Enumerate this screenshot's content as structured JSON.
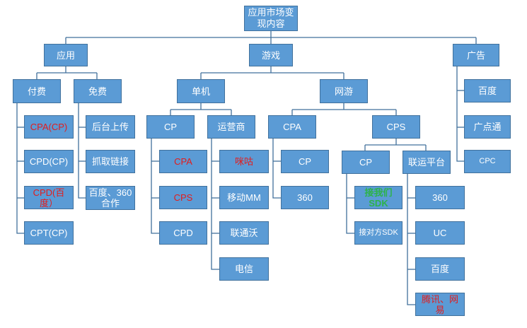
{
  "colors": {
    "node_fill": "#5b9bd5",
    "node_border": "#41719c",
    "line": "#41719c",
    "text": "#ffffff",
    "red_text": "#e31c1c",
    "green_text": "#2db34a"
  },
  "root": {
    "label": "应用市场变现内容"
  },
  "level1": {
    "app": "应用",
    "game": "游戏",
    "ad": "广告"
  },
  "app": {
    "paid": "付费",
    "free": "免费",
    "paid_items": [
      "CPA(CP)",
      "CPD(CP)",
      "CPD(百度）",
      "CPT(CP)"
    ],
    "free_items": [
      "后台上传",
      "抓取链接",
      "百度、360合作"
    ]
  },
  "game": {
    "single": "单机",
    "online": "网游",
    "single_cp": "CP",
    "single_operator": "运营商",
    "single_cp_items": [
      "CPA",
      "CPS",
      "CPD"
    ],
    "operator_items": [
      "咪咕",
      "移动MM",
      "联通沃",
      "电信"
    ],
    "online_cpa": "CPA",
    "online_cps": "CPS",
    "online_cpa_items": [
      "CP",
      "360"
    ],
    "cps_cp": "CP",
    "cps_platform": "联运平台",
    "cps_cp_items": [
      "接我们SDK",
      "接对方SDK"
    ],
    "cps_platform_items": [
      "360",
      "UC",
      "百度",
      "腾讯、网易"
    ]
  },
  "ad": {
    "items": [
      "百度",
      "广点通",
      "CPC"
    ]
  }
}
